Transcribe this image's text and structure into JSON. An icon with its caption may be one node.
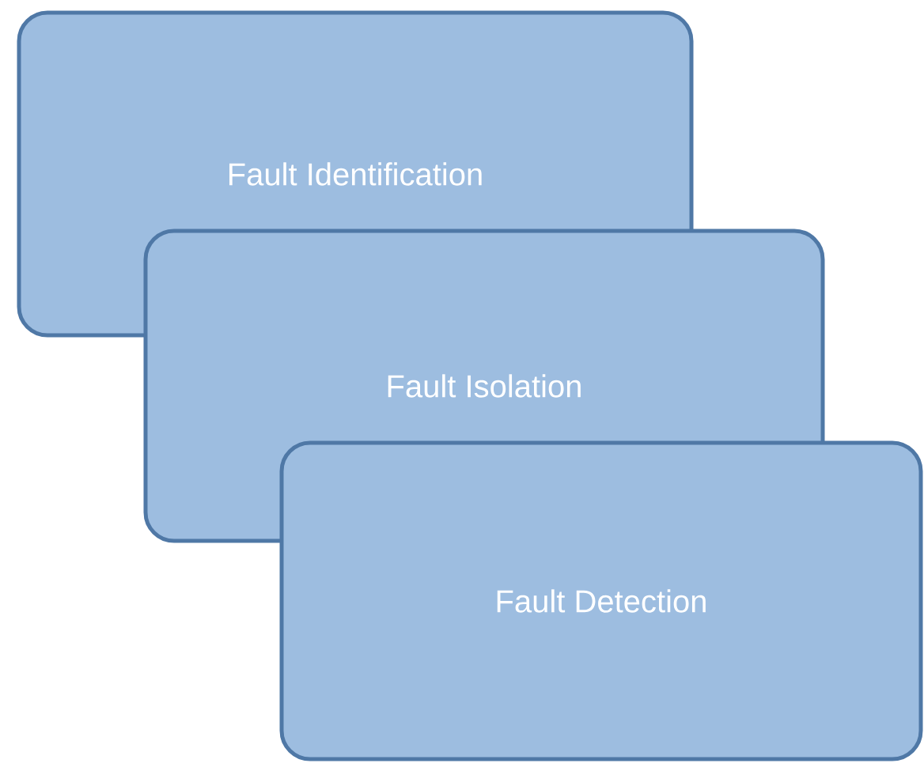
{
  "diagram": {
    "nodes": [
      {
        "text": [
          "Fault Identification"
        ]
      },
      {
        "text": [
          "Fault Isolation"
        ]
      },
      {
        "text": [
          "Fault Detection"
        ]
      }
    ]
  }
}
